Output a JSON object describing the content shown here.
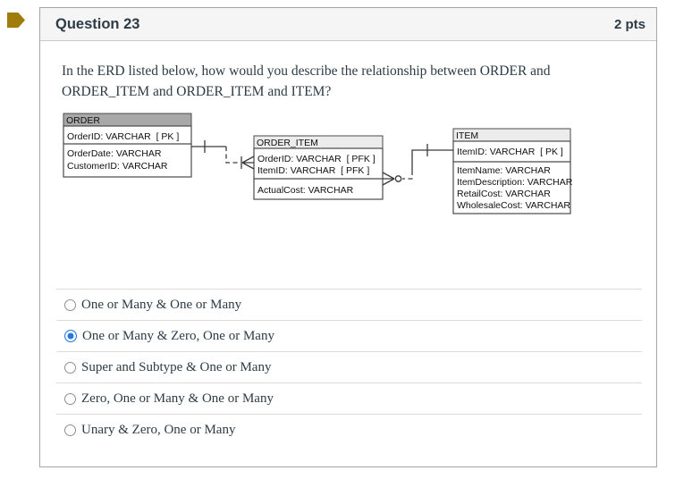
{
  "header": {
    "title": "Question 23",
    "points": "2 pts"
  },
  "question_text": "In the ERD listed below, how would you describe the relationship between ORDER and ORDER_ITEM and ORDER_ITEM and ITEM?",
  "erd": {
    "tables": [
      {
        "name": "ORDER",
        "fields_pk": [
          "OrderID: VARCHAR  [ PK ]"
        ],
        "fields": [
          "OrderDate: VARCHAR",
          "CustomerID: VARCHAR"
        ]
      },
      {
        "name": "ORDER_ITEM",
        "fields_pk": [
          "OrderID: VARCHAR  [ PFK ]",
          "ItemID: VARCHAR  [ PFK ]"
        ],
        "fields": [
          "ActualCost: VARCHAR"
        ]
      },
      {
        "name": "ITEM",
        "fields_pk": [
          "ItemID: VARCHAR  [ PK ]"
        ],
        "fields": [
          "ItemName: VARCHAR",
          "ItemDescription: VARCHAR",
          "RetailCost: VARCHAR",
          "WholesaleCost: VARCHAR"
        ]
      }
    ],
    "relationships": [
      {
        "from": "ORDER",
        "to": "ORDER_ITEM",
        "from_end": "one",
        "to_end": "one-or-many",
        "line_style": "partially-dashed"
      },
      {
        "from": "ORDER_ITEM",
        "to": "ITEM",
        "from_end": "zero-one-or-many",
        "to_end": "one",
        "line_style": "partially-dashed"
      }
    ]
  },
  "options": [
    {
      "label": "One or Many & One or Many",
      "selected": false
    },
    {
      "label": "One or Many & Zero, One or Many",
      "selected": true
    },
    {
      "label": "Super and Subtype & One or Many",
      "selected": false
    },
    {
      "label": "Zero, One or Many & One or Many",
      "selected": false
    },
    {
      "label": "Unary & Zero, One or Many",
      "selected": false
    }
  ],
  "colors": {
    "marker_gold": "#a07c0a",
    "selected_radio_blue": "#2379e2",
    "card_header_bg": "#f5f5f5",
    "order_table_header_bg": "#a8a8a8",
    "table_header_bg": "#ececec",
    "card_border": "#a5a5a5",
    "divider": "#dcdcdc"
  }
}
